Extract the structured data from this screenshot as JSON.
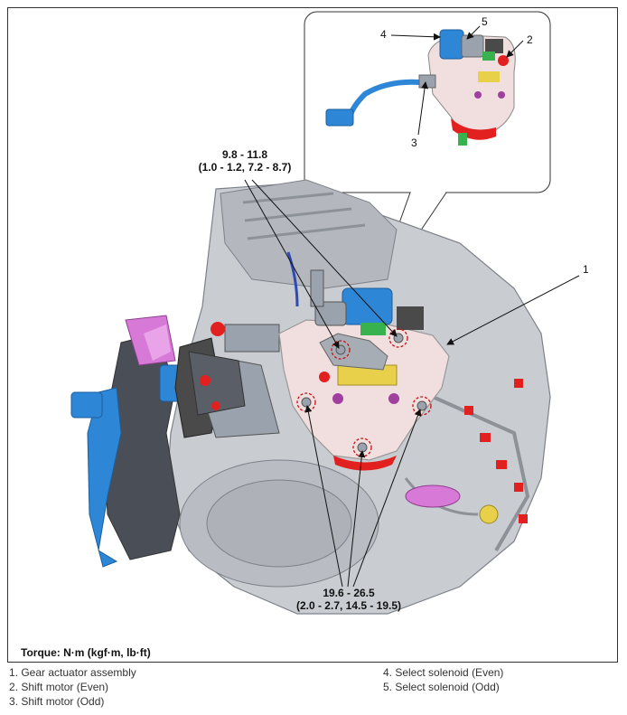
{
  "figure": {
    "callouts": {
      "top_torque_line1": "9.8 - 11.8",
      "top_torque_line2": "(1.0 - 1.2, 7.2 - 8.7)",
      "bottom_torque_line1": "19.6 - 26.5",
      "bottom_torque_line2": "(2.0 - 2.7, 14.5 - 19.5)"
    },
    "part_numbers": [
      "1",
      "2",
      "3",
      "4",
      "5"
    ],
    "torque_unit_note": "Torque: N·m (kgf·m, lb·ft)"
  },
  "legend": {
    "left": [
      "1. Gear actuator assembly",
      "2. Shift motor (Even)",
      "3. Shift motor (Odd)"
    ],
    "right": [
      "4. Select solenoid (Even)",
      "5. Select solenoid (Odd)"
    ]
  },
  "colors": {
    "housing": "#c9ccd1",
    "actuator": "#f1dede",
    "blue_part": "#2e86d6",
    "magenta_part": "#d77ad7",
    "red_part": "#e32020",
    "yellow_part": "#e8d04a",
    "green_part": "#37b24d",
    "dark_part": "#4a4a4a"
  }
}
